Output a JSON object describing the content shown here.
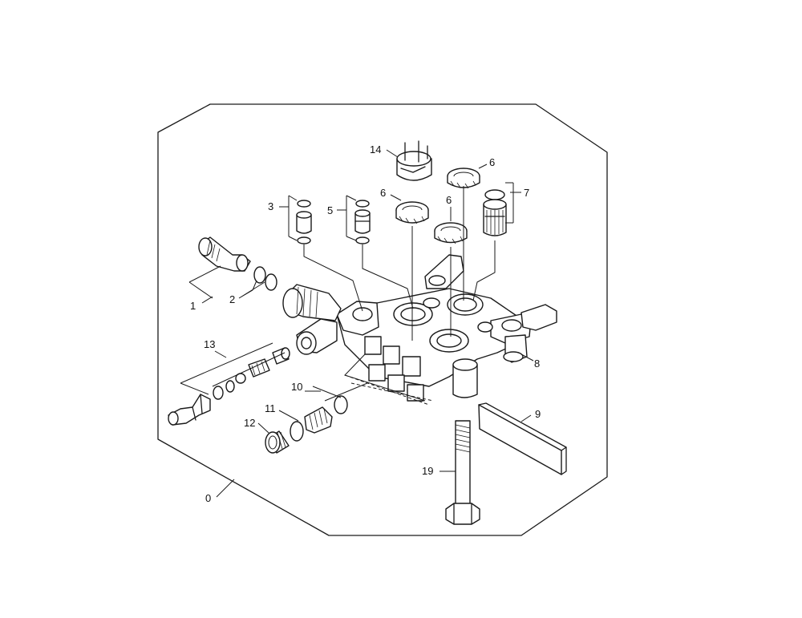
{
  "callouts": {
    "c0": "0",
    "c1": "1",
    "c2": "2",
    "c3": "3",
    "c5": "5",
    "c6a": "6",
    "c6b": "6",
    "c6c": "6",
    "c7": "7",
    "c8": "8",
    "c9": "9",
    "c10": "10",
    "c11": "11",
    "c12": "12",
    "c13": "13",
    "c14": "14",
    "c19": "19"
  }
}
